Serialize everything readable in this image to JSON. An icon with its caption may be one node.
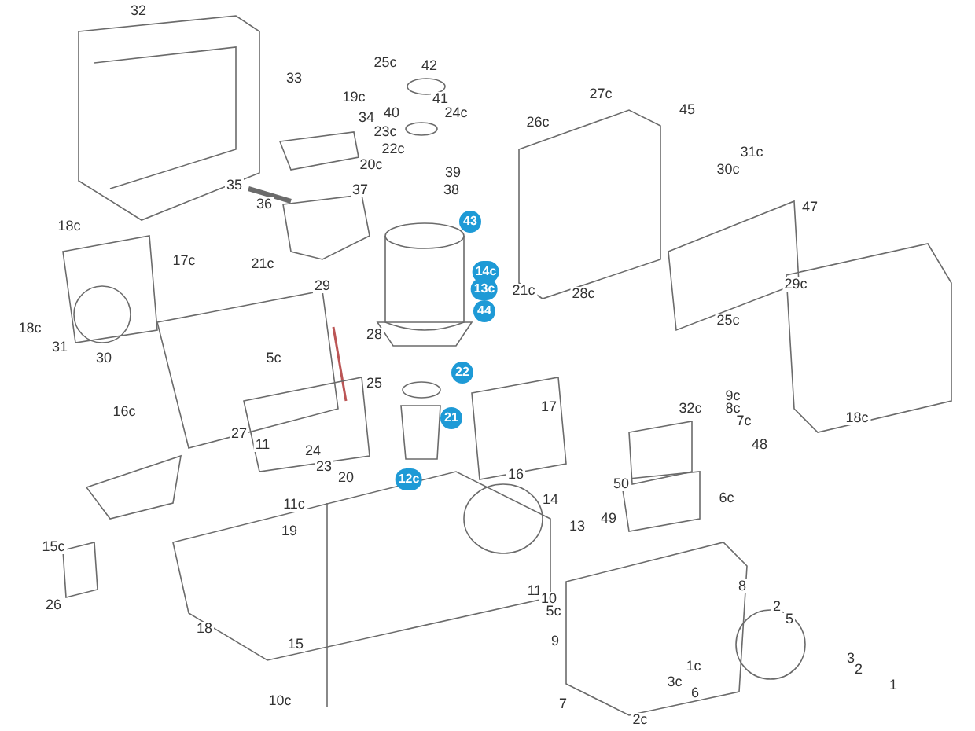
{
  "diagram": {
    "labels": [
      "32",
      "33",
      "25c",
      "42",
      "19c",
      "41",
      "24c",
      "34",
      "40",
      "23c",
      "22c",
      "20c",
      "39",
      "35",
      "37",
      "38",
      "36",
      "18c",
      "43",
      "26c",
      "27c",
      "45",
      "31c",
      "30c",
      "47",
      "21c",
      "17c",
      "14c",
      "13c",
      "44",
      "21c",
      "28c",
      "25c",
      "29c",
      "18c",
      "31",
      "29",
      "30",
      "28",
      "5c",
      "22",
      "16c",
      "25",
      "17",
      "21",
      "27",
      "11",
      "24",
      "23",
      "20",
      "12c",
      "16",
      "18c",
      "9c",
      "8c",
      "32c",
      "7c",
      "48",
      "11c",
      "14",
      "50",
      "6c",
      "19",
      "13",
      "49",
      "15c",
      "11",
      "8",
      "10",
      "5c",
      "2",
      "5",
      "26",
      "18",
      "15",
      "9",
      "3",
      "2",
      "1c",
      "3c",
      "1",
      "6",
      "7",
      "10c",
      "2c"
    ]
  }
}
